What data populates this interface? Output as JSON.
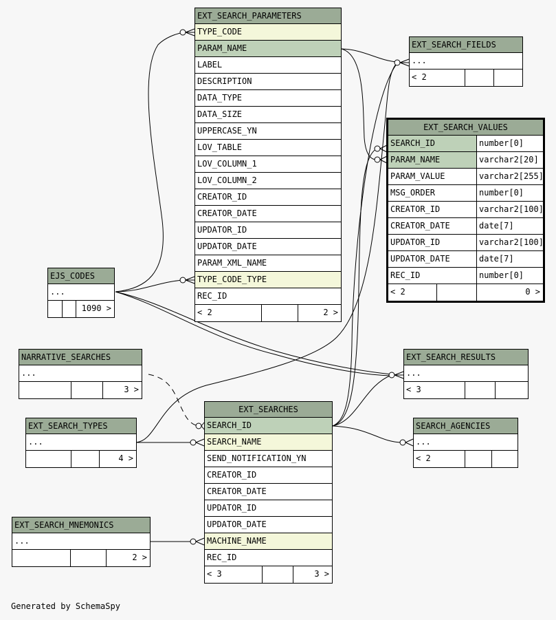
{
  "footer_text": "Generated by SchemaSpy",
  "colors": {
    "header": "#9bab96",
    "primary_key": "#bed1b8",
    "foreign_key": "#f4f7da",
    "row": "#ffffff"
  },
  "tables": {
    "ext_search_parameters": {
      "name": "EXT_SEARCH_PARAMETERS",
      "rows": [
        "TYPE_CODE",
        "PARAM_NAME",
        "LABEL",
        "DESCRIPTION",
        "DATA_TYPE",
        "DATA_SIZE",
        "UPPERCASE_YN",
        "LOV_TABLE",
        "LOV_COLUMN_1",
        "LOV_COLUMN_2",
        "CREATOR_ID",
        "CREATOR_DATE",
        "UPDATOR_ID",
        "UPDATOR_DATE",
        "PARAM_XML_NAME",
        "TYPE_CODE_TYPE",
        "REC_ID"
      ],
      "footer": {
        "parents": "< 2",
        "rows": "",
        "children": "2 >"
      }
    },
    "ext_search_fields": {
      "name": "EXT_SEARCH_FIELDS",
      "rows": [
        "..."
      ],
      "footer": {
        "parents": "< 2",
        "rows": "",
        "children": ""
      }
    },
    "ext_search_values": {
      "name": "EXT_SEARCH_VALUES",
      "columns": [
        {
          "name": "SEARCH_ID",
          "type": "number[0]"
        },
        {
          "name": "PARAM_NAME",
          "type": "varchar2[20]"
        },
        {
          "name": "PARAM_VALUE",
          "type": "varchar2[255]"
        },
        {
          "name": "MSG_ORDER",
          "type": "number[0]"
        },
        {
          "name": "CREATOR_ID",
          "type": "varchar2[100]"
        },
        {
          "name": "CREATOR_DATE",
          "type": "date[7]"
        },
        {
          "name": "UPDATOR_ID",
          "type": "varchar2[100]"
        },
        {
          "name": "UPDATOR_DATE",
          "type": "date[7]"
        },
        {
          "name": "REC_ID",
          "type": "number[0]"
        }
      ],
      "footer": {
        "parents": "< 2",
        "rows": "",
        "children": "0 >"
      }
    },
    "ejs_codes": {
      "name": "EJS_CODES",
      "rows": [
        "..."
      ],
      "footer": {
        "parents": "",
        "rows": "",
        "children": "1090 >"
      }
    },
    "narrative_searches": {
      "name": "NARRATIVE_SEARCHES",
      "rows": [
        "..."
      ],
      "footer": {
        "parents": "",
        "rows": "",
        "children": "3 >"
      }
    },
    "ext_search_results": {
      "name": "EXT_SEARCH_RESULTS",
      "rows": [
        "..."
      ],
      "footer": {
        "parents": "< 3",
        "rows": "",
        "children": ""
      }
    },
    "ext_search_types": {
      "name": "EXT_SEARCH_TYPES",
      "rows": [
        "..."
      ],
      "footer": {
        "parents": "",
        "rows": "",
        "children": "4 >"
      }
    },
    "ext_searches": {
      "name": "EXT_SEARCHES",
      "rows": [
        "SEARCH_ID",
        "SEARCH_NAME",
        "SEND_NOTIFICATION_YN",
        "CREATOR_ID",
        "CREATOR_DATE",
        "UPDATOR_ID",
        "UPDATOR_DATE",
        "MACHINE_NAME",
        "REC_ID"
      ],
      "footer": {
        "parents": "< 3",
        "rows": "",
        "children": "3 >"
      }
    },
    "search_agencies": {
      "name": "SEARCH_AGENCIES",
      "rows": [
        "..."
      ],
      "footer": {
        "parents": "< 2",
        "rows": "",
        "children": ""
      }
    },
    "ext_search_mnemonics": {
      "name": "EXT_SEARCH_MNEMONICS",
      "rows": [
        "..."
      ],
      "footer": {
        "parents": "",
        "rows": "",
        "children": "2 >"
      }
    }
  }
}
